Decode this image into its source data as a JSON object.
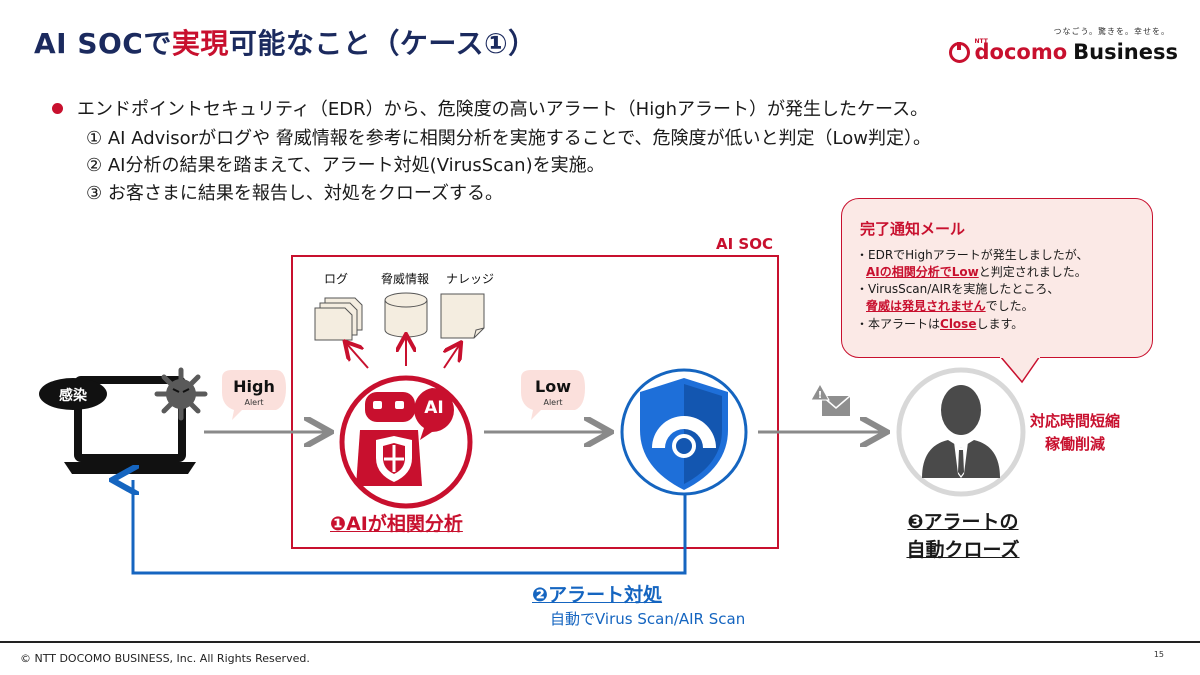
{
  "title": {
    "part1": "AI SOCで",
    "red1": "実現",
    "part2": "可能なこと（ケース①）"
  },
  "logo": {
    "tagline": "つなごう。驚きを。幸せを。",
    "ntt": "NTT",
    "brand": "docomo",
    "business": "Business"
  },
  "bullets": {
    "main": "エンドポイントセキュリティ（EDR）から、危険度の高いアラート（Highアラート）が発生したケース。",
    "item1": "① AI Advisorがログや 脅威情報を参考に相関分析を実施することで、危険度が低いと判定（Low判定）。",
    "item2": "② AI分析の結果を踏まえて、アラート対処(VirusScan)を実施。",
    "item3": "③ お客さまに結果を報告し、対処をクローズする。"
  },
  "diagram": {
    "aisoc_label": "AI SOC",
    "infected": "感染",
    "high": "High",
    "high_sub": "Alert",
    "low": "Low",
    "low_sub": "Alert",
    "log": "ログ",
    "threat": "脅威情報",
    "knowledge": "ナレッジ",
    "ai_badge": "AI",
    "step1": "❶AIが相関分析",
    "step2": "❷アラート対処",
    "step2_sub": "自動でVirus Scan/AIR Scan",
    "step3_line1": "❸アラートの",
    "step3_line2": "自動クローズ",
    "benefit_line1": "対応時間短縮",
    "benefit_line2": "稼働削減"
  },
  "callout": {
    "title": "完了通知メール",
    "l1": "・EDRでHighアラートが発生しましたが、",
    "l2u": "AIの相関分析でLow",
    "l2": "と判定されました。",
    "l3": "・VirusScan/AIRを実施したところ、",
    "l4u": "脅威は発見されません",
    "l4": "でした。",
    "l5a": "・本アラートは",
    "l5u": "Close",
    "l5b": "します。"
  },
  "footer": {
    "copyright": "© NTT DOCOMO BUSINESS, Inc. All Rights Reserved.",
    "page": "15"
  },
  "colors": {
    "brand_red": "#c8102e",
    "navy": "#1b2a5e",
    "blue": "#1565c0"
  }
}
